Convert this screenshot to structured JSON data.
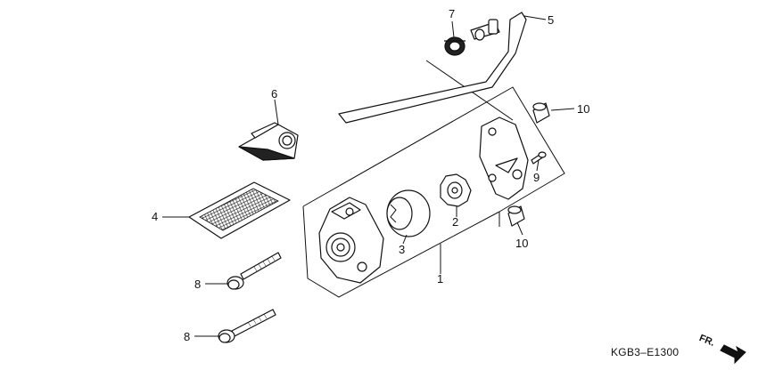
{
  "callouts": [
    {
      "id": "p1",
      "label": "1"
    },
    {
      "id": "p2",
      "label": "2"
    },
    {
      "id": "p3",
      "label": "3"
    },
    {
      "id": "p4",
      "label": "4"
    },
    {
      "id": "p5",
      "label": "5"
    },
    {
      "id": "p6",
      "label": "6"
    },
    {
      "id": "p7",
      "label": "7"
    },
    {
      "id": "p8a",
      "label": "8"
    },
    {
      "id": "p8b",
      "label": "8"
    },
    {
      "id": "p9",
      "label": "9"
    },
    {
      "id": "p10a",
      "label": "10"
    },
    {
      "id": "p10b",
      "label": "10"
    }
  ],
  "diagram_code": "KGB3–E1300",
  "direction_label": "FR."
}
